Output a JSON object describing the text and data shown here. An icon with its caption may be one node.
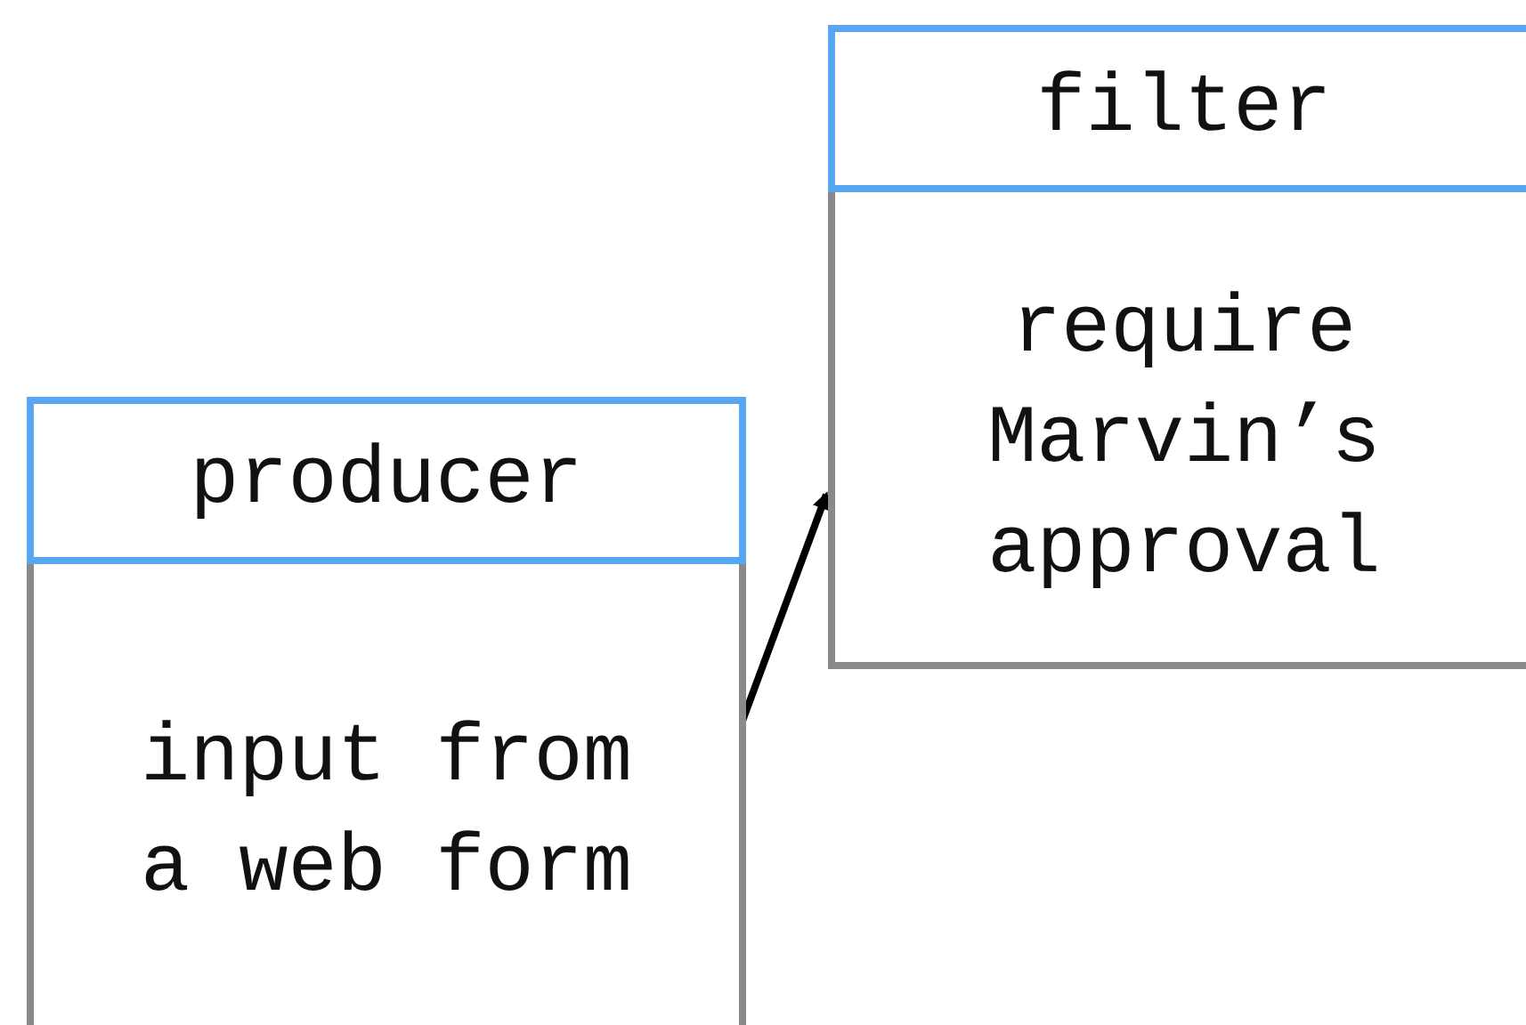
{
  "diagram": {
    "nodes": [
      {
        "text": [
          "producer",
          "input from a web form"
        ]
      },
      {
        "text": [
          "filter",
          "require Marvin’s approval"
        ]
      }
    ],
    "edges": [
      {
        "from": 0,
        "to": 1,
        "arrow": "to"
      }
    ]
  }
}
